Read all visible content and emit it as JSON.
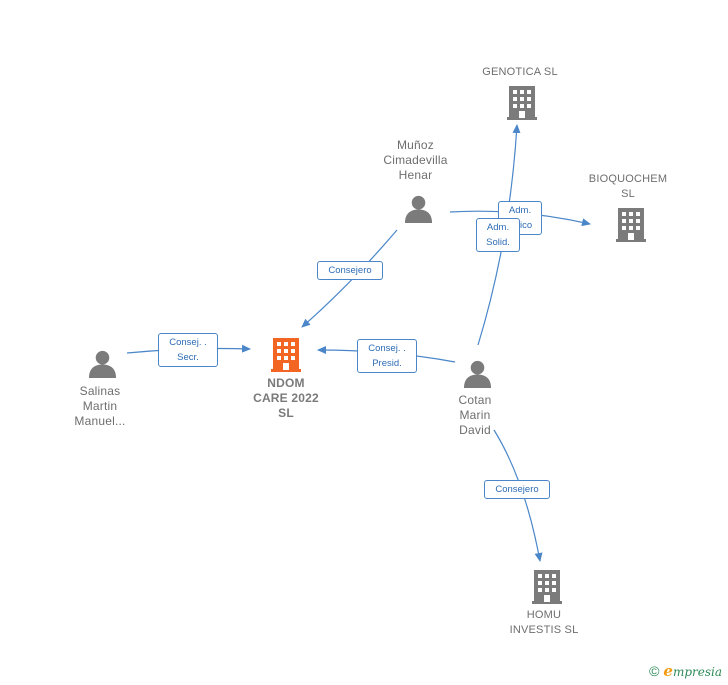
{
  "nodes": {
    "genotica": {
      "label": "GENOTICA  SL"
    },
    "bioquochem": {
      "label": "BIOQUOCHEM\nSL"
    },
    "munoz": {
      "label": "Muñoz\nCimadevilla\nHenar"
    },
    "ndom": {
      "label": "NDOM\nCARE 2022\nSL"
    },
    "salinas": {
      "label": "Salinas\nMartin\nManuel..."
    },
    "cotan": {
      "label": "Cotan\nMarin\nDavid"
    },
    "homu": {
      "label": "HOMU\nINVESTIS  SL"
    }
  },
  "edges": {
    "salinas_ndom": "Consej. .\nSecr.",
    "munoz_ndom": "Consejero",
    "cotan_ndom": "Consej. .\nPresid.",
    "munoz_bioquochem": "Adm.\nUnico",
    "cotan_genotica": "Adm.\nSolid.",
    "cotan_homu": "Consejero"
  },
  "colors": {
    "company": "#7b7b7b",
    "company_main": "#f26522",
    "person": "#7b7b7b",
    "edge": "#4a86c8"
  },
  "brand": {
    "copyright": "©",
    "first_letter": "e",
    "rest": "mpresia"
  }
}
